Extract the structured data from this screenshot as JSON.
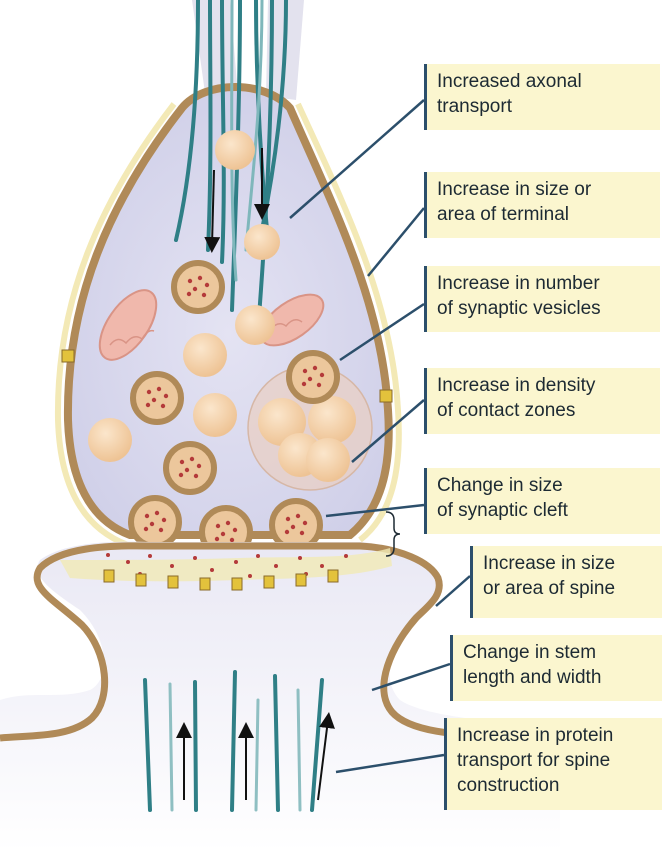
{
  "labels": [
    {
      "id": "axonal-transport",
      "lines": [
        "Increased axonal",
        "transport"
      ]
    },
    {
      "id": "terminal-size",
      "lines": [
        "Increase in size or",
        "area of terminal"
      ]
    },
    {
      "id": "vesicle-number",
      "lines": [
        "Increase in number",
        "of synaptic vesicles"
      ]
    },
    {
      "id": "contact-density",
      "lines": [
        "Increase in density",
        "of contact zones"
      ]
    },
    {
      "id": "cleft-size",
      "lines": [
        "Change in size",
        "of synaptic cleft"
      ]
    },
    {
      "id": "spine-size",
      "lines": [
        "Increase in size",
        "or area of spine"
      ]
    },
    {
      "id": "stem-length",
      "lines": [
        "Change in stem",
        "length and width"
      ]
    },
    {
      "id": "protein-transport",
      "lines": [
        "Increase in protein",
        "transport for spine",
        "construction"
      ]
    }
  ],
  "colors": {
    "membrane": "#b08a58",
    "terminal_fill": "#dcdcef",
    "microtubule": "#2f7f86",
    "vesicle": "#f2cfa6",
    "mitochondrion": "#f0b8ac",
    "label_fill": "#fbf6cf",
    "leader_line": "#2c4f6b"
  }
}
